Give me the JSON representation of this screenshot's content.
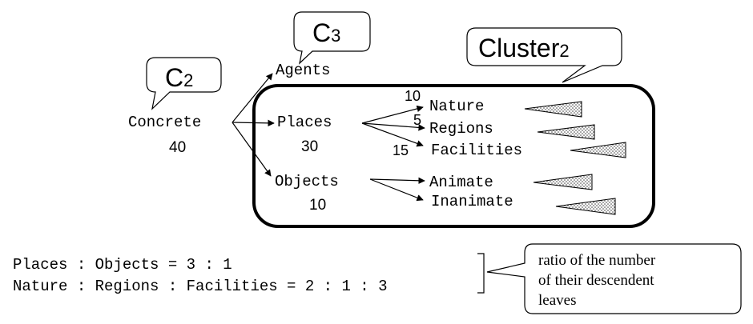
{
  "callouts": {
    "c2": {
      "main": "C",
      "sub": "2"
    },
    "c3": {
      "main": "C",
      "sub": "3"
    },
    "cluster": {
      "main": "Cluster",
      "sub": "2"
    }
  },
  "tree": {
    "root": {
      "label": "Concrete",
      "count": "40"
    },
    "agents": {
      "label": "Agents"
    },
    "places": {
      "label": "Places",
      "count": "30"
    },
    "objects": {
      "label": "Objects",
      "count": "10"
    },
    "nature": {
      "label": "Nature"
    },
    "regions": {
      "label": "Regions"
    },
    "facilities": {
      "label": "Facilities"
    },
    "animate": {
      "label": "Animate"
    },
    "inanimate": {
      "label": "Inanimate"
    },
    "edge_counts": {
      "nature": "10",
      "regions": "5",
      "facilities": "15"
    }
  },
  "ratios": {
    "line1": "Places : Objects = 3 : 1",
    "line2": "Nature : Regions : Facilities = 2 : 1 : 3"
  },
  "note": {
    "line1": "ratio of the number",
    "line2": "of their descendent",
    "line3": "leaves"
  }
}
